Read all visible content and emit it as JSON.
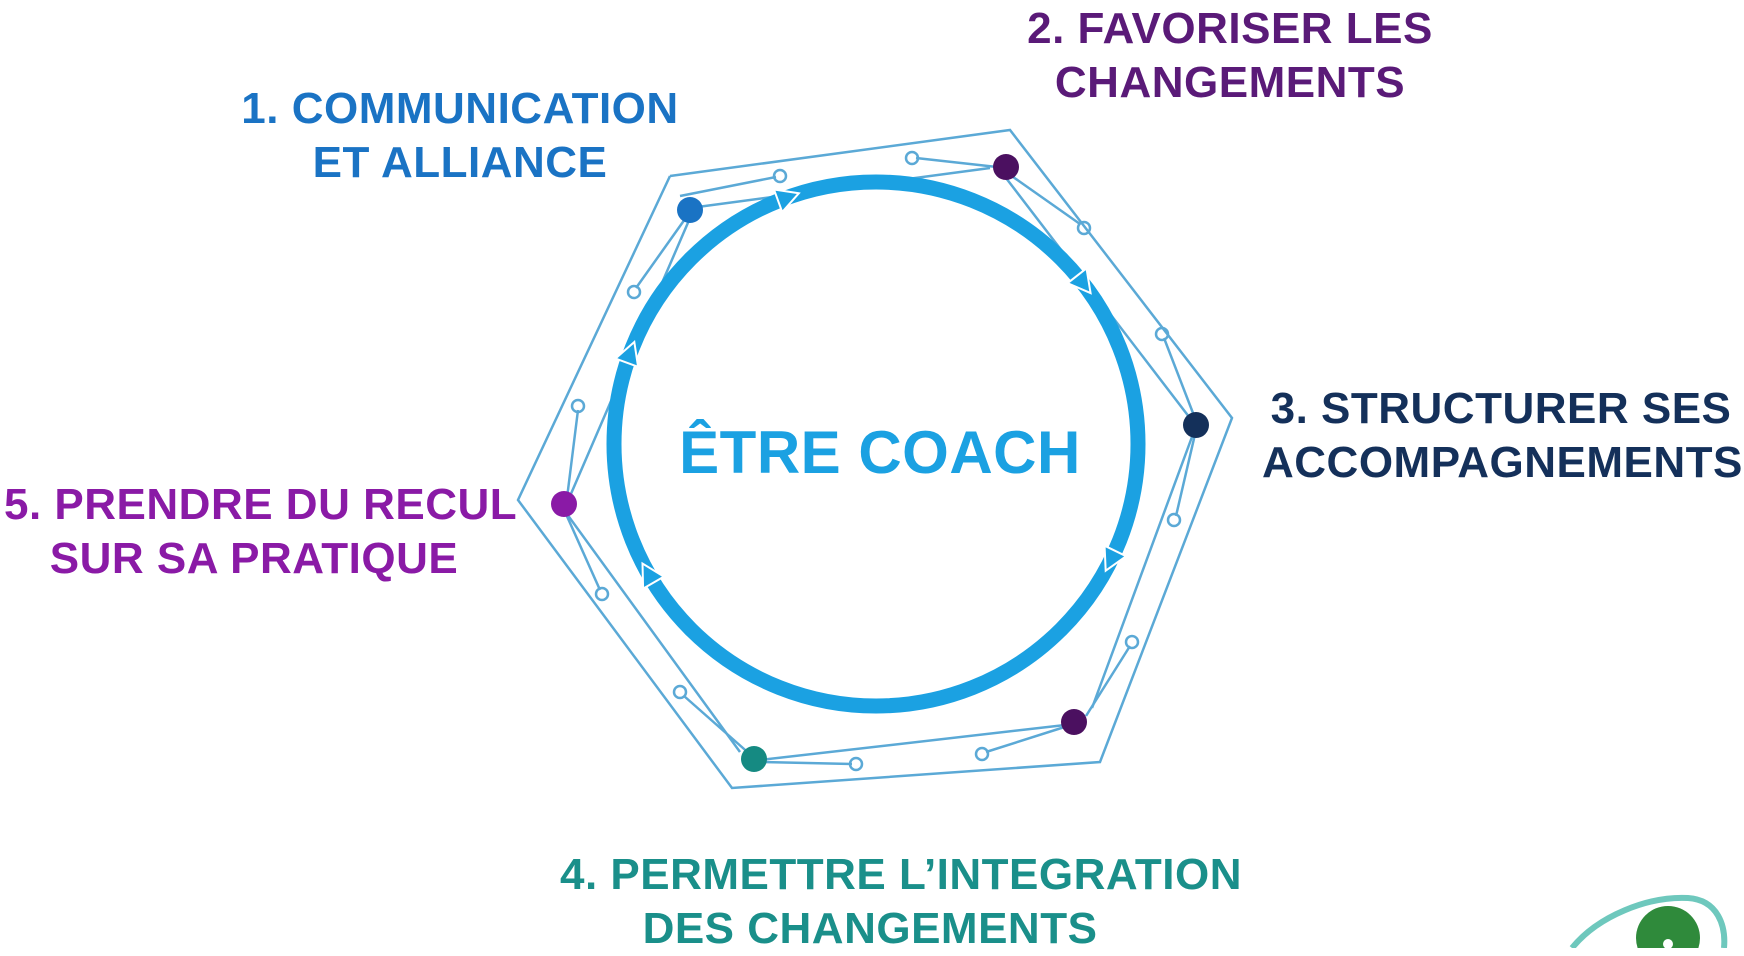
{
  "center": {
    "title": "ÊTRE COACH"
  },
  "steps": [
    {
      "lines": [
        "1. COMMUNICATION",
        "ET ALLIANCE"
      ],
      "color": "#1a73c4",
      "node_color": "#1a73c4"
    },
    {
      "lines": [
        "2. FAVORISER LES",
        "CHANGEMENTS"
      ],
      "color": "#5a1a78",
      "node_color": "#4b1060"
    },
    {
      "lines": [
        "3. STRUCTURER SES",
        "ACCOMPAGNEMENTS"
      ],
      "color": "#14305a",
      "node_color": "#14305a"
    },
    {
      "lines": [
        "4. PERMETTRE L’INTEGRATION",
        "DES CHANGEMENTS"
      ],
      "color": "#1a8f8a",
      "node_color": "#158a82"
    },
    {
      "lines": [
        "5. PRENDRE DU RECUL",
        "SUR SA PRATIQUE"
      ],
      "color": "#8a1aa6",
      "node_color": "#8a1aa6"
    }
  ],
  "extra_node_color": "#4b1060",
  "colors": {
    "ring": "#1ba1e2",
    "circuit": "#5ba9d6",
    "logo_ring": "#6ec8bd",
    "logo_inner": "#2f8a3b"
  }
}
